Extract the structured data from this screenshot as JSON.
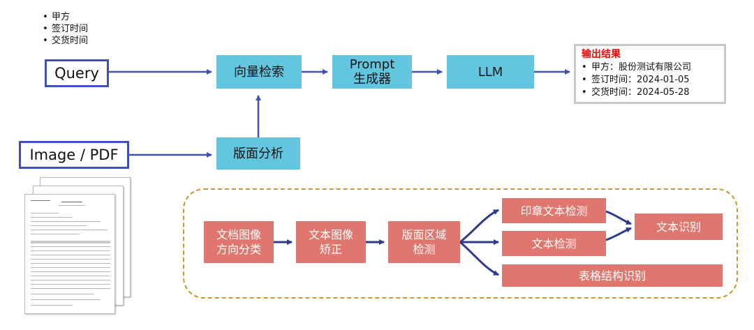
{
  "query_fields": [
    "甲方",
    "签订时间",
    "交货时间"
  ],
  "inputs": {
    "query": "Query",
    "image_pdf": "Image / PDF"
  },
  "pipeline": {
    "vector_search": "向量检索",
    "prompt_gen_line1": "Prompt",
    "prompt_gen_line2": "生成器",
    "llm": "LLM",
    "layout_analysis": "版面分析"
  },
  "output": {
    "title": "输出结果",
    "items": [
      "甲方：股份测试有限公司",
      "签订时间：2024-01-05",
      "交货时间：2024-05-28"
    ]
  },
  "layout_steps": {
    "orientation_line1": "文档图像",
    "orientation_line2": "方向分类",
    "rectify_line1": "文本图像",
    "rectify_line2": "矫正",
    "region_line1": "版面区域",
    "region_line2": "检测",
    "seal_detection": "印章文本检测",
    "text_detection": "文本检测",
    "table_recognition": "表格结构识别",
    "text_recognition": "文本识别"
  },
  "colors": {
    "input_border": "#3f51b5",
    "pipeline_fill": "#62c6de",
    "layout_fill": "#e0776f",
    "dashed_border": "#c19a2a",
    "output_title": "#ff0000"
  }
}
